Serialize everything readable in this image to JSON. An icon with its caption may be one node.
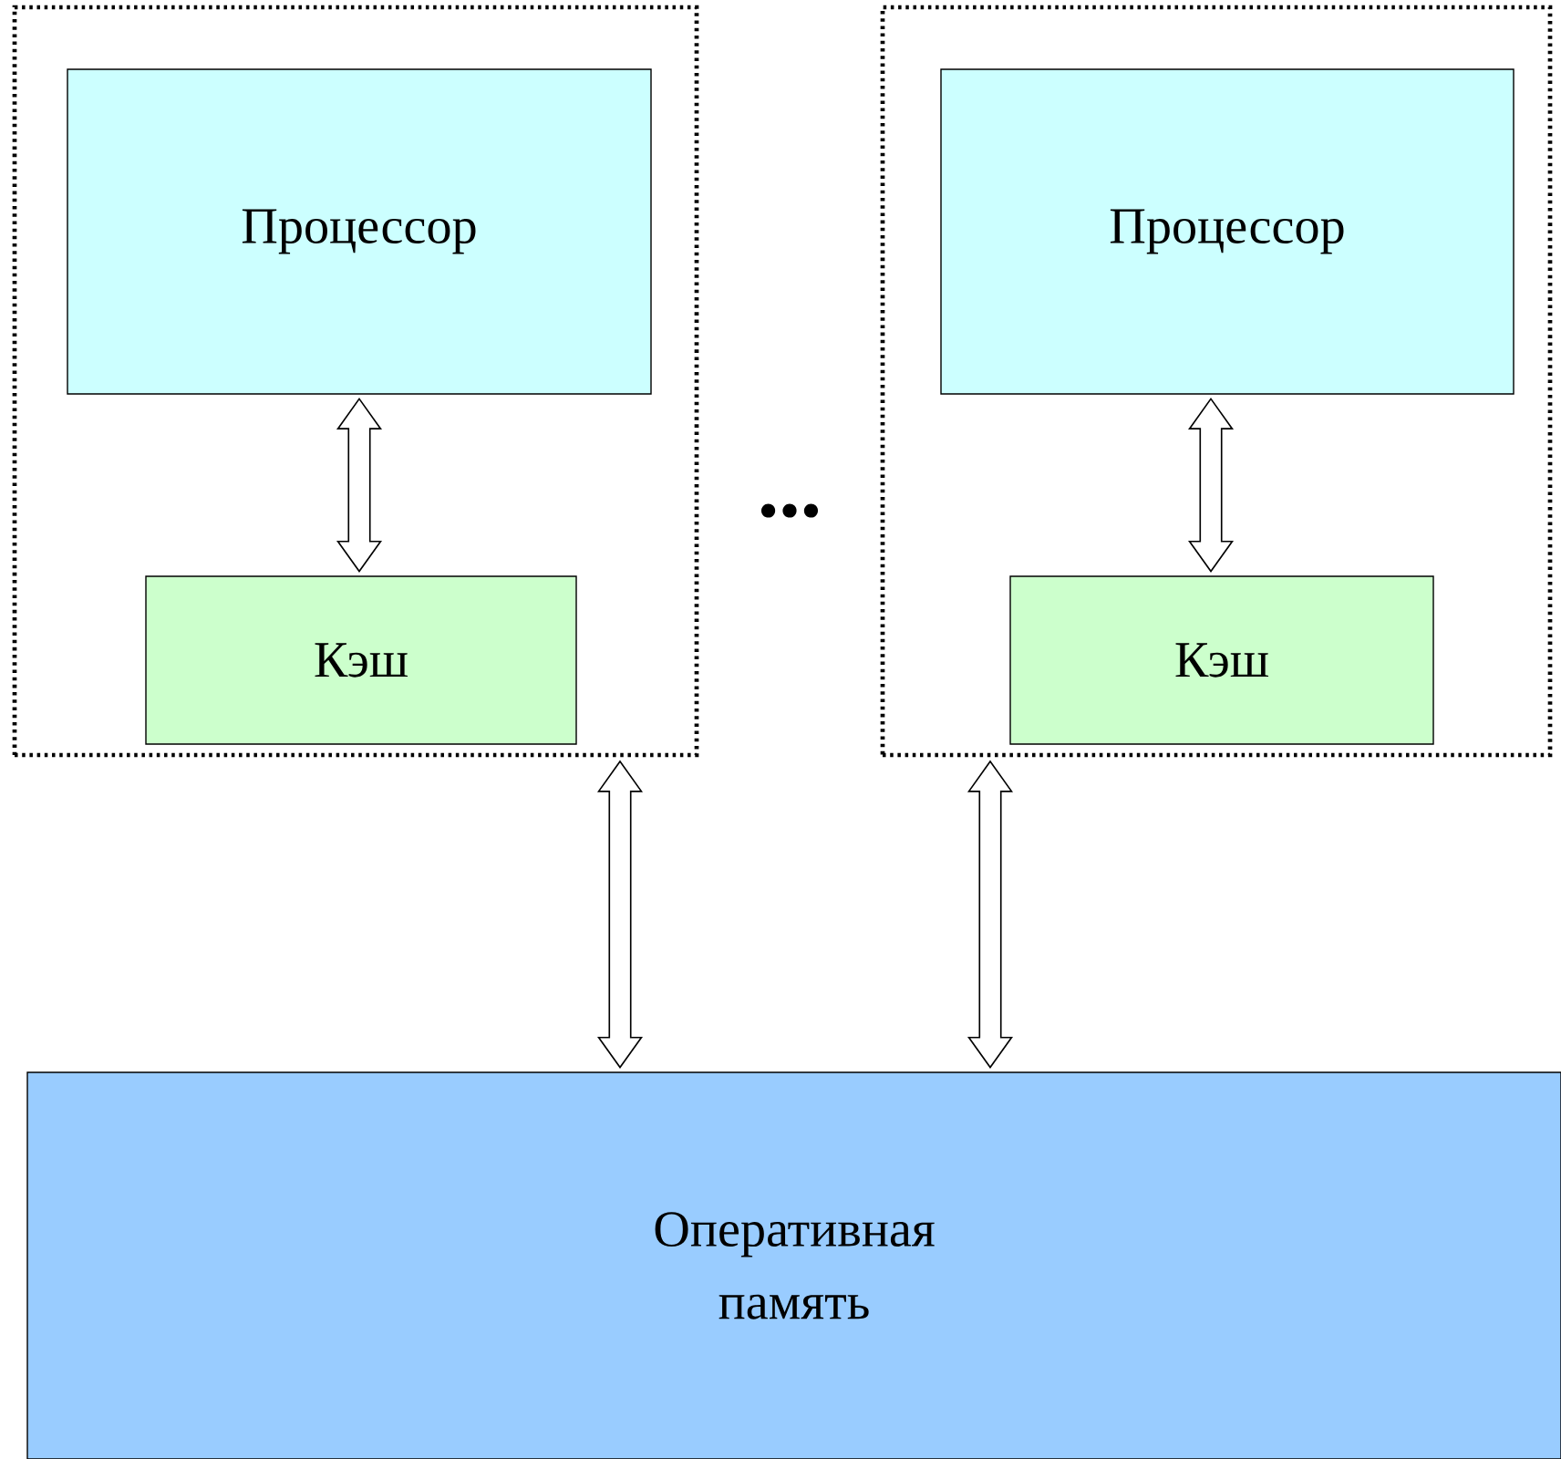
{
  "diagram": {
    "nodes": [
      {
        "text": [],
        "shape": "box"
      },
      {
        "text": [
          "Процессор"
        ],
        "in": 0
      },
      {
        "text": [
          "Кэш"
        ],
        "in": 0
      },
      {
        "text": [],
        "shape": "box"
      },
      {
        "text": [
          "Процессор"
        ],
        "in": 3
      },
      {
        "text": [
          "Кэш"
        ],
        "in": 3
      },
      {
        "text": [
          "Оперативная память"
        ]
      }
    ],
    "edges": [
      {
        "from": 1,
        "to": 2,
        "arrow": "both"
      },
      {
        "from": 4,
        "to": 5,
        "arrow": "both"
      },
      {
        "from": 0,
        "to": 6,
        "arrow": "both"
      },
      {
        "from": 3,
        "to": 6,
        "arrow": "both"
      }
    ],
    "labels": [
      "..."
    ]
  }
}
